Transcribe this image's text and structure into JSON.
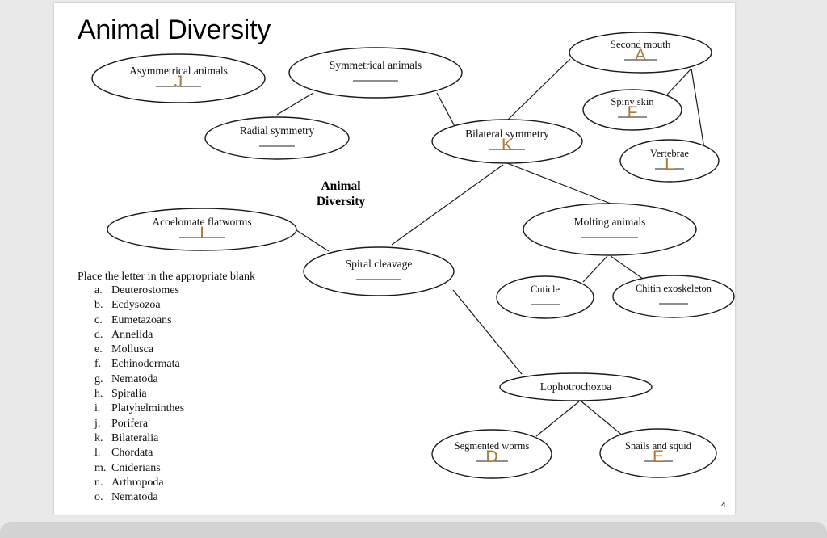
{
  "title": "Animal Diversity",
  "center_label": [
    "Animal",
    "Diversity"
  ],
  "instructions": {
    "heading": "Place the letter in the appropriate blank",
    "items": [
      {
        "letter": "a.",
        "text": "Deuterostomes"
      },
      {
        "letter": "b.",
        "text": "Ecdysozoa"
      },
      {
        "letter": "c.",
        "text": "Eumetazoans"
      },
      {
        "letter": "d.",
        "text": "Annelida"
      },
      {
        "letter": "e.",
        "text": "Mollusca"
      },
      {
        "letter": "f.",
        "text": "Echinodermata"
      },
      {
        "letter": "g.",
        "text": "Nematoda"
      },
      {
        "letter": "h.",
        "text": "Spiralia"
      },
      {
        "letter": "i.",
        "text": "Platyhelminthes"
      },
      {
        "letter": "j.",
        "text": "Porifera"
      },
      {
        "letter": "k.",
        "text": "Bilateralia"
      },
      {
        "letter": "l.",
        "text": "Chordata"
      },
      {
        "letter": "m.",
        "text": "Cniderians"
      },
      {
        "letter": "n.",
        "text": "Arthropoda"
      },
      {
        "letter": "o.",
        "text": "Nematoda"
      }
    ]
  },
  "nodes": {
    "asymmetrical": {
      "label": "Asymmetrical animals",
      "answer": "J"
    },
    "symmetrical": {
      "label": "Symmetrical animals",
      "answer": ""
    },
    "radial": {
      "label": "Radial symmetry",
      "answer": ""
    },
    "bilateral": {
      "label": "Bilateral symmetry",
      "answer": "K"
    },
    "second_mouth": {
      "label": "Second mouth",
      "answer": "A"
    },
    "spiny_skin": {
      "label": "Spiny skin",
      "answer": "F"
    },
    "vertebrae": {
      "label": "Vertebrae",
      "answer": "L"
    },
    "acoelomate": {
      "label": "Acoelomate flatworms",
      "answer": "I"
    },
    "spiral": {
      "label": "Spiral cleavage",
      "answer": ""
    },
    "molting": {
      "label": "Molting animals",
      "answer": ""
    },
    "cuticle": {
      "label": "Cuticle",
      "answer": ""
    },
    "chitin": {
      "label": "Chitin exoskeleton",
      "answer": ""
    },
    "lophotrochozoa": {
      "label": "Lophotrochozoa",
      "answer": ""
    },
    "segmented": {
      "label": "Segmented worms",
      "answer": "D"
    },
    "snails": {
      "label": "Snails and squid",
      "answer": "E"
    }
  },
  "page_number": "4",
  "colors": {
    "answer": "#a87a3c",
    "line": "#1a1a1a",
    "page_bg": "#ffffff",
    "frame_bg": "#e9e9e9"
  }
}
